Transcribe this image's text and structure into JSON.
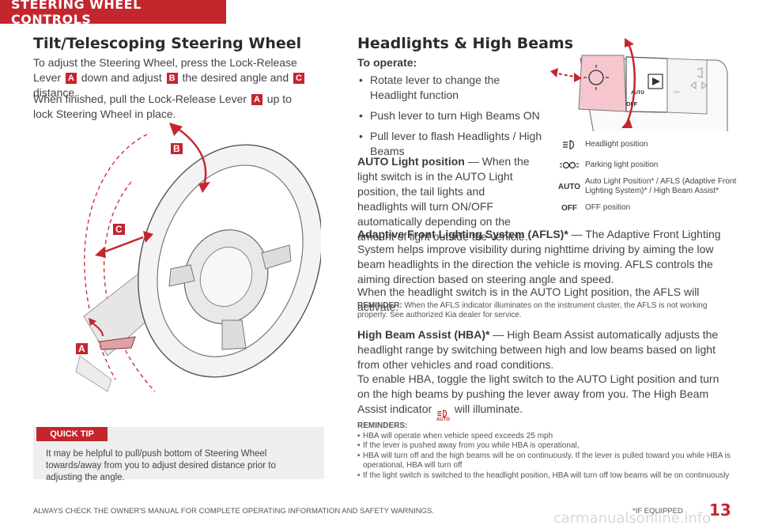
{
  "header": {
    "title": "STEERING WHEEL CONTROLS"
  },
  "left": {
    "title": "Tilt/Telescoping Steering Wheel",
    "para1": {
      "t1": "To adjust the Steering Wheel, press the Lock-Release Lever",
      "c1": "A",
      "t2": "down and adjust",
      "c2": "B",
      "t3": "the desired angle and",
      "c3": "C",
      "t4": "distance."
    },
    "para2": {
      "t1": "When finished, pull the Lock-Release Lever",
      "c1": "A",
      "t2": "up to lock Steering Wheel in place."
    },
    "callouts": {
      "a": "A",
      "b": "B",
      "c": "C"
    },
    "quick_tip": {
      "label": "QUICK TIP",
      "text": "It may be helpful to pull/push bottom of Steering Wheel towards/away from you to adjust desired distance prior to adjusting the angle."
    }
  },
  "right": {
    "title": "Headlights & High Beams",
    "to_operate": "To operate:",
    "bullets": [
      "Rotate lever to change the Headlight function",
      "Push lever to turn High Beams ON",
      "Pull lever to flash Headlights / High Beams"
    ],
    "lever_labels": {
      "auto": "AUTO",
      "off": "OFF",
      "off_small": "OFF"
    },
    "legend": [
      {
        "icon": "headlight-icon",
        "text": "Headlight position"
      },
      {
        "icon": "parking-light-icon",
        "text": "Parking light position"
      },
      {
        "label": "AUTO",
        "text": "Auto Light Position* / AFLS (Adaptive Front Lighting System)* / High Beam Assist*"
      },
      {
        "label": "OFF",
        "text": "OFF position"
      }
    ],
    "auto_light": {
      "title": "AUTO Light position",
      "text": " — When the light switch is in the AUTO Light position, the tail lights and headlights will turn ON/OFF automatically depending on the amount of light outside the vehicle."
    },
    "afls": {
      "title": "Adaptive Front Lighting System (AFLS)*",
      "text": " — The Adaptive Front Lighting System helps improve visibility during nighttime driving by aiming the low beam headlights in the direction the vehicle is moving. AFLS controls the aiming direction based on steering angle and speed."
    },
    "afls_auto": "When the headlight switch is in the AUTO Light position, the AFLS will activate.",
    "reminder1": {
      "title": "REMINDER:",
      "text": " When the AFLS indicator illuminates on the instrument cluster, the AFLS is not working properly. See authorized Kia dealer for service."
    },
    "hba": {
      "title": "High Beam Assist (HBA)*",
      "text": " — High Beam Assist automatically adjusts the headlight range by switching between high and low beams based on light from other vehicles and road conditions."
    },
    "hba_enable": {
      "t1": "To enable HBA, toggle the light switch to the AUTO Light position and turn on the high beams by pushing the lever away from you. The High Beam Assist indicator",
      "icon_label": "AUTO",
      "t2": "will illuminate."
    },
    "reminders": {
      "title": "REMINDERS:",
      "items": [
        "HBA will operate when vehicle speed exceeds 25 mph",
        "If the lever is pushed away from you while HBA is operational,",
        "HBA will turn off and the high beams will be on continuously. If the lever is pulled toward you while HBA is operational, HBA will turn off",
        "If the light switch is switched to the headlight position, HBA will turn off low beams will be on continuously"
      ]
    }
  },
  "footer": {
    "left": "ALWAYS CHECK THE OWNER'S MANUAL FOR COMPLETE OPERATING INFORMATION AND SAFETY WARNINGS.",
    "footnote": "*IF EQUIPPED",
    "page": "13",
    "watermark": "carmanualsonline.info"
  },
  "colors": {
    "accent": "#c4262e",
    "tip_bg": "#efefef"
  }
}
